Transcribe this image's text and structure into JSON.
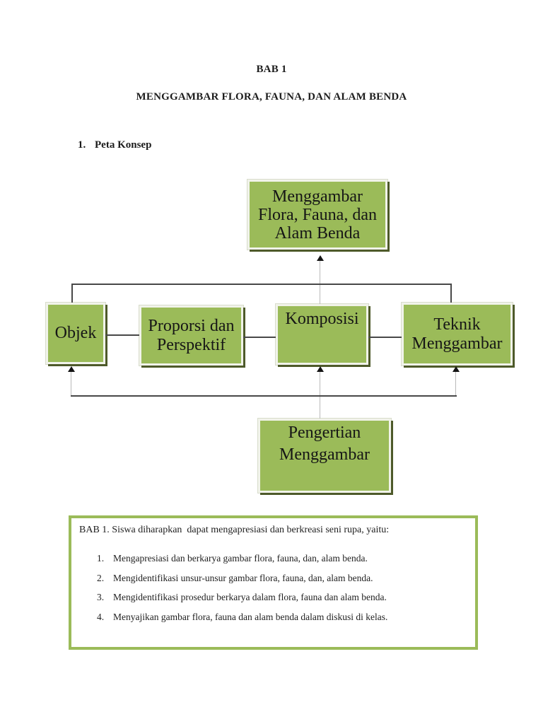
{
  "header": {
    "chapter": "BAB 1",
    "title": "MENGGAMBAR FLORA, FAUNA, DAN ALAM BENDA",
    "section_number": "1.",
    "section_label": "Peta Konsep"
  },
  "diagram": {
    "nodes": {
      "main": {
        "label": "Menggambar\nFlora, Fauna, dan\nAlam Benda"
      },
      "objek": {
        "label": "Objek"
      },
      "proporsi": {
        "label": "Proporsi dan\nPerspektif"
      },
      "komposisi": {
        "label": "Komposisi"
      },
      "teknik": {
        "label": "Teknik\nMenggambar"
      },
      "pengertian": {
        "label": "Pengertian\nMenggambar"
      }
    },
    "colors": {
      "node_fill": "#9bbb59",
      "node_inner_border": "#f1f3ea",
      "node_shadow": "#4e5a2a",
      "connector_dark": "#484848",
      "connector_light": "#b9b9b9",
      "arrowhead": "#141414"
    }
  },
  "summary_box": {
    "border_color": "#9bbb59",
    "intro": "BAB 1. Siswa diharapkan  dapat mengapresiasi dan berkreasi seni rupa, yaitu:",
    "items": [
      {
        "num": "1.",
        "text": "Mengapresiasi dan berkarya gambar flora, fauna, dan, alam benda."
      },
      {
        "num": "2.",
        "text": "Mengidentifikasi unsur-unsur gambar flora, fauna, dan, alam benda."
      },
      {
        "num": "3.",
        "text": "Mengidentifikasi prosedur berkarya dalam flora, fauna dan alam benda."
      },
      {
        "num": "4.",
        "text": "Menyajikan gambar flora, fauna dan alam benda dalam diskusi di kelas."
      }
    ]
  }
}
